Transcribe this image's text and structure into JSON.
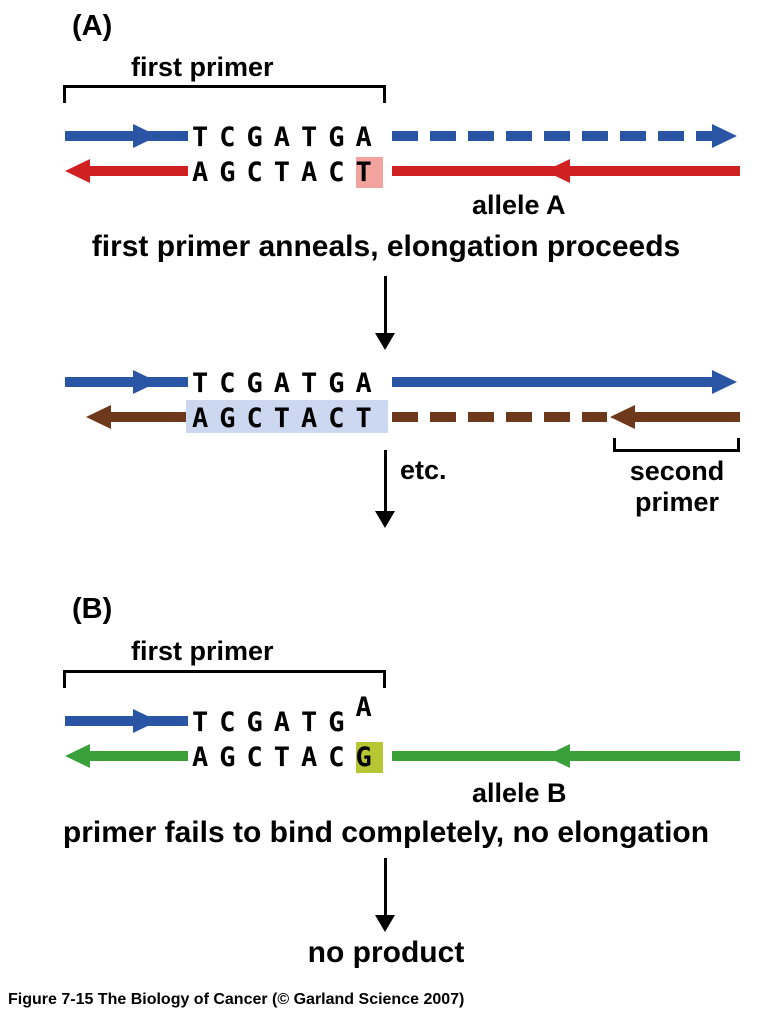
{
  "panel_a": {
    "label": "(A)",
    "first_primer_label": "first primer",
    "step1": {
      "top_sequence": "TCGATGA",
      "bottom_sequence_prefix": "AGCTAC",
      "bottom_sequence_highlight": "T",
      "allele_label": "allele A"
    },
    "caption": "first primer anneals, elongation proceeds",
    "step2": {
      "top_sequence": "TCGATGA",
      "bottom_sequence": "AGCTACT",
      "etc_label": "etc.",
      "second_primer_line1": "second",
      "second_primer_line2": "primer"
    }
  },
  "panel_b": {
    "label": "(B)",
    "first_primer_label": "first primer",
    "top_sequence_prefix": "TCGATG",
    "top_sequence_mismatch": "A",
    "bottom_sequence_prefix": "AGCTAC",
    "bottom_sequence_highlight": "G",
    "allele_label": "allele B",
    "caption": "primer fails to bind completely, no elongation",
    "result_label": "no product"
  },
  "footer": "Figure 7-15  The Biology of Cancer (© Garland Science 2007)",
  "colors": {
    "strand_blue": "#2a55a5",
    "strand_red": "#cf2121",
    "strand_brown": "#6e381b",
    "strand_green": "#3aa13a",
    "mismatch_pink": "#f2a39d",
    "primer_region_lavender": "#ccd7f0",
    "mismatch_yellow_green": "#b7c733"
  }
}
